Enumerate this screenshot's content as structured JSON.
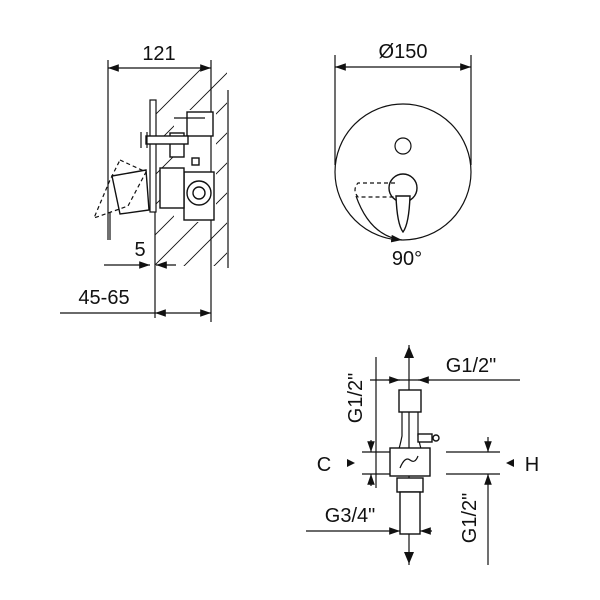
{
  "side_view": {
    "dim_width": "121",
    "dim_offset": "5",
    "dim_depth": "45-65"
  },
  "front_view": {
    "dim_diameter": "Ø150",
    "dim_rotation": "90°"
  },
  "valve_view": {
    "thread_top": "G1/2\"",
    "thread_left": "G1/2\"",
    "label_c": "C",
    "label_h": "H",
    "thread_bottom_left": "G3/4\"",
    "thread_bottom_right": "G1/2\""
  }
}
